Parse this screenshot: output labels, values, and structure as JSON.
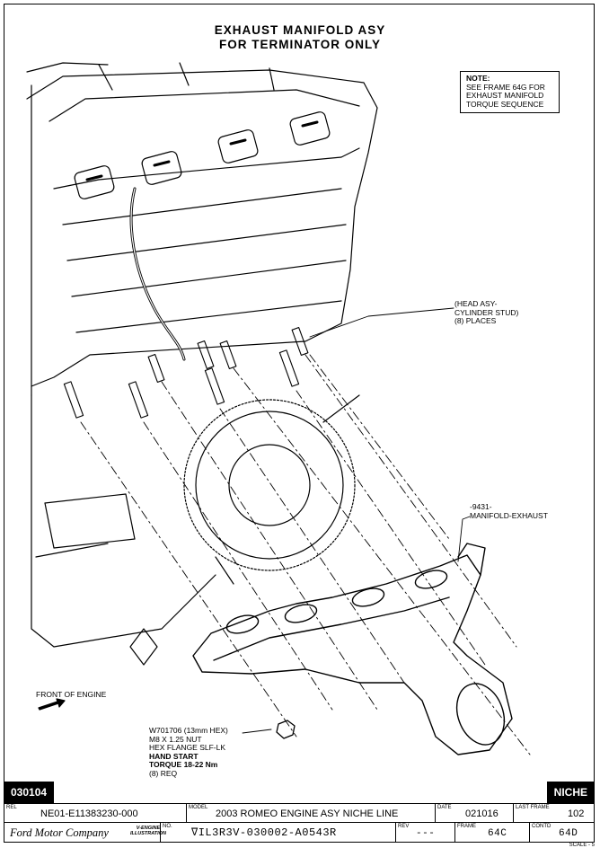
{
  "title": {
    "line1": "EXHAUST MANIFOLD ASY",
    "line2": "FOR TERMINATOR ONLY"
  },
  "note": {
    "heading": "NOTE:",
    "line1": "SEE FRAME 64G FOR",
    "line2": "EXHAUST MANIFOLD",
    "line3": "TORQUE SEQUENCE"
  },
  "callouts": {
    "stud": {
      "line1": "(HEAD ASY-",
      "line2": "CYLINDER STUD)",
      "line3": "(8) PLACES"
    },
    "manifold": {
      "line1": "-9431-",
      "line2": "MANIFOLD-EXHAUST"
    },
    "front": "FRONT OF ENGINE",
    "nut": {
      "line1": "W701706 (13mm HEX)",
      "line2": "M8 X 1.25 NUT",
      "line3": "HEX FLANGE SLF-LK",
      "line4": "HAND START",
      "line5": "TORQUE 18-22 Nm",
      "line6": "(8) REQ"
    }
  },
  "banner": {
    "code": "030104",
    "line": "NICHE"
  },
  "titleblock": {
    "rel_label": "REL",
    "rel_value": "NE01-E11383230-000",
    "model_label": "MODEL",
    "model_value": "2003 ROMEO ENGINE ASY NICHE LINE",
    "date_label": "DATE",
    "date_value": "021016",
    "last_frame_label": "LAST FRAME",
    "last_frame_value": "102",
    "company": "Ford Motor Company",
    "illustration_line1": "V-ENGINE",
    "illustration_line2": "ILLUSTRATION",
    "no_label": "NO.",
    "no_value": "∇IL3R3V-030002-A0543R",
    "rev_label": "REV",
    "rev_value": "---",
    "frame_label": "FRAME",
    "frame_value": "64C",
    "contd_label": "CONTD",
    "contd_value": "64D",
    "scale": "SCALE - 5"
  }
}
